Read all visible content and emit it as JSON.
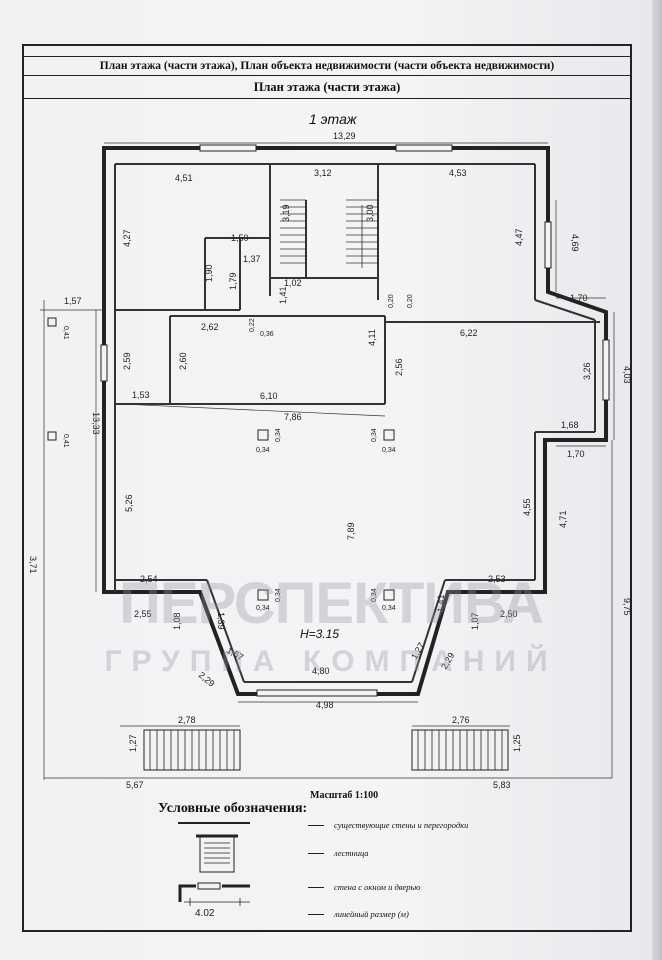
{
  "header": {
    "line1": "План этажа (части этажа), План объекта недвижимости (части объекта недвижимости)",
    "line2": "План этажа (части этажа)"
  },
  "plan": {
    "floor_label": "1 этаж",
    "ceiling_height": "H=3.15",
    "dims": {
      "top_total": "13,29",
      "top_left": "4,51",
      "top_mid": "3,12",
      "top_right": "4,53",
      "right_upper": "4,69",
      "room_r_upper": "4,47",
      "left_upper": "4,27",
      "stair_l": "3,19",
      "stair_r": "3,00",
      "d150": "1,50",
      "d137": "1,37",
      "d190": "1,90",
      "d179": "1,79",
      "d102": "1,02",
      "d141": "1,41",
      "d020a": "0,20",
      "d020b": "0,20",
      "d170a": "1,70",
      "d157": "1,57",
      "d041a": "0,41",
      "d262": "2,62",
      "d022": "0,22",
      "d036": "0,36",
      "d411": "4,11",
      "d622": "6,22",
      "d259": "2,59",
      "d260": "2,60",
      "d256": "2,56",
      "d326": "3,26",
      "d403": "4,03",
      "left_total": "13,33",
      "d153": "1,53",
      "d610": "6,10",
      "d786": "7,86",
      "d168": "1,68",
      "d170b": "1,70",
      "d041b": "0,41",
      "d034a": "0,34",
      "d034b": "0,34",
      "d034c": "0,34",
      "d034d": "0,34",
      "d526": "5,26",
      "d789": "7,89",
      "d455": "4,55",
      "d471": "4,71",
      "d371": "3,71",
      "d254": "2,54",
      "d253": "2,53",
      "d034e": "0,34",
      "d034f": "0,34",
      "d034g": "0,34",
      "d034h": "0,34",
      "d975": "9,75",
      "d255": "2,55",
      "d108": "1,08",
      "d139": "1,39",
      "d141b": "1,41",
      "d107": "1,07",
      "d250": "2,50",
      "d157b": "1,57",
      "d127a": "1,27",
      "d229a": "2,29",
      "d229b": "2,29",
      "d480": "4,80",
      "d498": "4,98",
      "d278": "2,78",
      "d276": "2,76",
      "d127b": "1,27",
      "d125": "1,25",
      "d567": "5,67",
      "d583": "5,83"
    }
  },
  "scale": "Масштаб 1:100",
  "legend": {
    "title": "Условные обозначения:",
    "items": [
      "существующие стены и перегородки",
      "лестница",
      "стена с окном и дверью",
      "линейный размер (м)"
    ],
    "dim_sample": "4.02"
  },
  "watermark": {
    "line1": "ПЕРСПЕКТИВА",
    "line2": "ГРУППА КОМПАНИЙ"
  }
}
